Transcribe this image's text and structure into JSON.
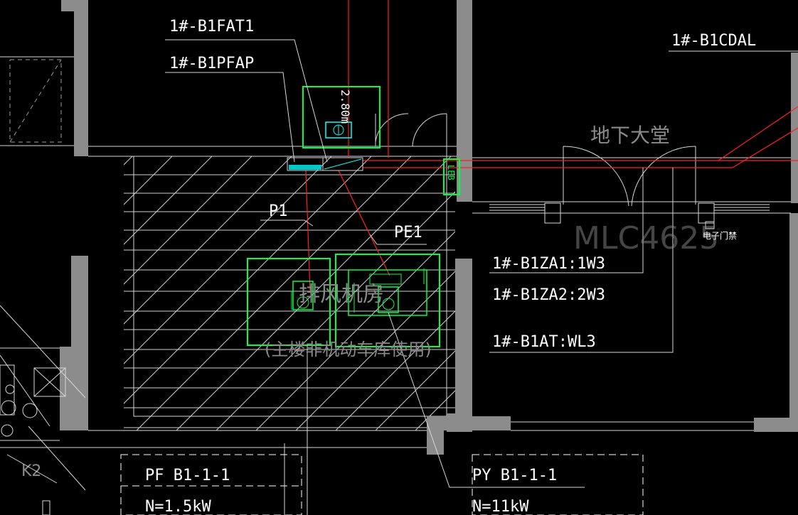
{
  "labels": {
    "fat": "1#-B1FAT1",
    "pfap": "1#-B1PFAP",
    "cdal": "1#-B1CDAL",
    "hall": "地下大堂",
    "door": "MLC4625",
    "leb": "LEB",
    "p1": "P1",
    "pe1": "PE1",
    "za1": "1#-B1ZA1:1W3",
    "za2": "1#-B1ZA2:2W3",
    "at": "1#-B1AT:WL3",
    "room": "排风机房",
    "room_note": "(主楼非机动车库使用)",
    "pf_id": "PF B1-1-1",
    "pf_power": "N=1.5kW",
    "py_id": "PY B1-1-1",
    "py_power": "N=11kW",
    "height": "2.80m",
    "k2": "K2",
    "small_tag": "电子门禁"
  },
  "colors": {
    "background": "#000000",
    "wall": "#8c8c8c",
    "cable": "#ff2020",
    "equipment": "#00ff40",
    "text": "#ffffff"
  }
}
